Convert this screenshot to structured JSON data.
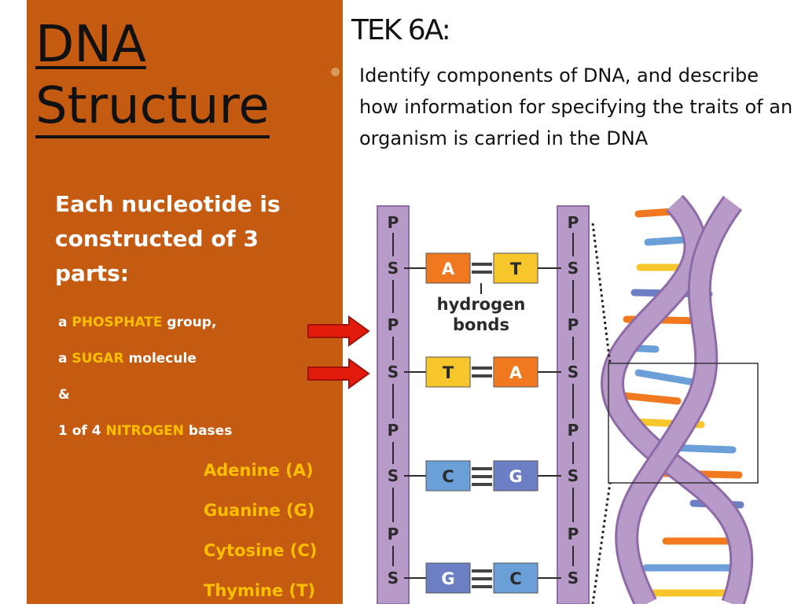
{
  "slide": {
    "title_line1": "DNA",
    "title_line2": "Structure",
    "tek_heading": "TEK 6A:",
    "objective": "Identify components of DNA, and describe how information for specifying the traits of an organism is carried in the DNA",
    "intro": "Each nucleotide is constructed of 3 parts:",
    "parts": [
      {
        "prefix": "a ",
        "highlight": "PHOSPHATE",
        "suffix": " group,"
      },
      {
        "prefix": "a ",
        "highlight": "SUGAR",
        "suffix": " molecule"
      },
      {
        "prefix": "&",
        "highlight": "",
        "suffix": ""
      },
      {
        "prefix": "1 of 4 ",
        "highlight": "NITROGEN",
        "suffix": " bases"
      }
    ],
    "bases": [
      "Adenine (A)",
      "Guanine (G)",
      "Cytosine (C)",
      "Thymine (T)"
    ]
  },
  "diagram": {
    "backbone_labels": [
      "P",
      "S"
    ],
    "pairs": [
      {
        "left": "A",
        "right": "T"
      },
      {
        "left": "T",
        "right": "A"
      },
      {
        "left": "C",
        "right": "G"
      },
      {
        "left": "G",
        "right": "C"
      }
    ],
    "bond_label_line1": "hydrogen",
    "bond_label_line2": "bonds"
  },
  "colors": {
    "panel": "#c55a11",
    "highlight": "#ffc000",
    "backbone": "#b79ac8",
    "adenine": "#f0791f",
    "thymine": "#f7c62a",
    "cytosine": "#6a9fd8",
    "guanine": "#6c7fc4",
    "arrow": "#e21b0c"
  }
}
